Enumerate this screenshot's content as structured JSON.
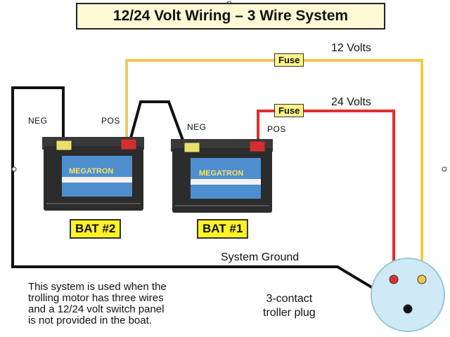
{
  "title": "12/24 Volt Wiring – 3 Wire System",
  "labels": {
    "twelve_volts": "12 Volts",
    "twenty_four_volts": "24 Volts",
    "fuse_top": "Fuse",
    "fuse_mid": "Fuse",
    "neg_left": "NEG",
    "pos_left": "POS",
    "neg_right": "NEG",
    "pos_right": "POS",
    "system_ground": "System Ground"
  },
  "batteries": [
    {
      "label": "BAT #2",
      "brand": "MEGATRON"
    },
    {
      "label": "BAT #1",
      "brand": "MEGATRON"
    }
  ],
  "note_lines": [
    "This system is used when the",
    "trolling motor has three wires",
    "and a 12/24 volt switch panel",
    "is not provided in the boat."
  ],
  "plug_lines": [
    "3-contact",
    "troller plug"
  ],
  "colors": {
    "wire_12v": "#f0c850",
    "wire_24v": "#e03030",
    "wire_ground": "#111111",
    "battery_body": "#2c2c2c",
    "battery_label": "#4d8fcf",
    "plug_fill": "#cfeaf6"
  }
}
